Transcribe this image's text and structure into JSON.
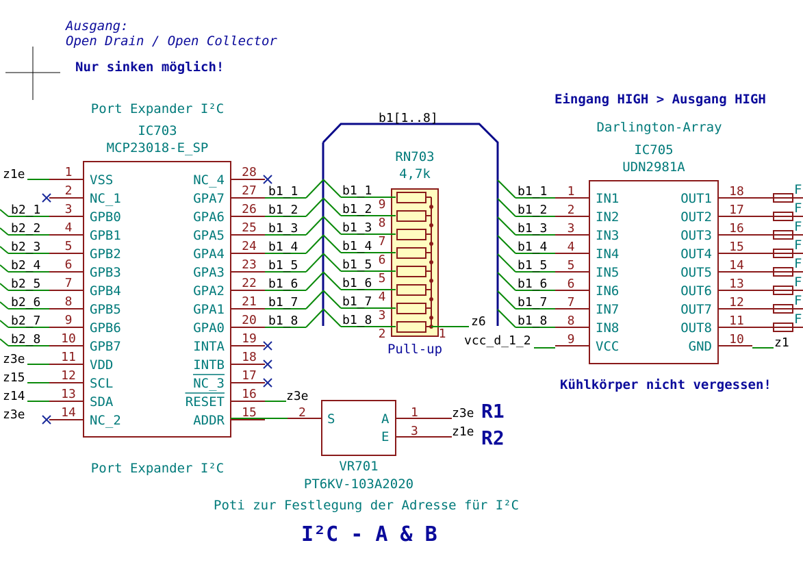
{
  "notes": {
    "ausgang": "Ausgang:",
    "open_drain": "Open Drain / Open Collector",
    "nur_sinken": "Nur sinken möglich!",
    "eingang": "Eingang HIGH > Ausgang HIGH",
    "kuehl": "Kühlkörper nicht vergessen!",
    "poti_note": "Poti zur Festlegung der Adresse für I²C",
    "sheet_title": "I²C - A & B",
    "r1": "R1",
    "r2": "R2"
  },
  "ic703": {
    "desc_top": "Port Expander I²C",
    "desc_bottom": "Port Expander I²C",
    "ref": "IC703",
    "value": "MCP23018-E_SP",
    "left_pins": [
      {
        "num": "1",
        "name": "VSS",
        "net": "z1e"
      },
      {
        "num": "2",
        "name": "NC_1",
        "net": ""
      },
      {
        "num": "3",
        "name": "GPB0",
        "net": "b2_1"
      },
      {
        "num": "4",
        "name": "GPB1",
        "net": "b2_2"
      },
      {
        "num": "5",
        "name": "GPB2",
        "net": "b2_3"
      },
      {
        "num": "6",
        "name": "GPB3",
        "net": "b2_4"
      },
      {
        "num": "7",
        "name": "GPB4",
        "net": "b2_5"
      },
      {
        "num": "8",
        "name": "GPB5",
        "net": "b2_6"
      },
      {
        "num": "9",
        "name": "GPB6",
        "net": "b2_7"
      },
      {
        "num": "10",
        "name": "GPB7",
        "net": "b2_8"
      },
      {
        "num": "11",
        "name": "VDD",
        "net": "z3e"
      },
      {
        "num": "12",
        "name": "SCL",
        "net": "z15"
      },
      {
        "num": "13",
        "name": "SDA",
        "net": "z14"
      },
      {
        "num": "14",
        "name": "NC_2",
        "net": "z3e"
      }
    ],
    "right_pins": [
      {
        "num": "28",
        "name": "NC_4",
        "net": ""
      },
      {
        "num": "27",
        "name": "GPA7",
        "net": "b1_1"
      },
      {
        "num": "26",
        "name": "GPA6",
        "net": "b1_2"
      },
      {
        "num": "25",
        "name": "GPA5",
        "net": "b1_3"
      },
      {
        "num": "24",
        "name": "GPA4",
        "net": "b1_4"
      },
      {
        "num": "23",
        "name": "GPA3",
        "net": "b1_5"
      },
      {
        "num": "22",
        "name": "GPA2",
        "net": "b1_6"
      },
      {
        "num": "21",
        "name": "GPA1",
        "net": "b1_7"
      },
      {
        "num": "20",
        "name": "GPA0",
        "net": "b1_8"
      },
      {
        "num": "19",
        "name": "INTA",
        "net": ""
      },
      {
        "num": "18",
        "name": "INTB",
        "net": ""
      },
      {
        "num": "17",
        "name": "NC_3",
        "net": ""
      },
      {
        "num": "16",
        "name": "RESET",
        "net": "z3e"
      },
      {
        "num": "15",
        "name": "ADDR",
        "net": ""
      }
    ]
  },
  "bus": {
    "label": "b1[1..8]"
  },
  "rn703": {
    "ref": "RN703",
    "value": "4,7k",
    "desc": "Pull-up",
    "pins": [
      "9",
      "8",
      "7",
      "6",
      "5",
      "4",
      "3",
      "2"
    ],
    "nets": [
      "b1_1",
      "b1_2",
      "b1_3",
      "b1_4",
      "b1_5",
      "b1_6",
      "b1_7",
      "b1_8"
    ],
    "common_pin": "1",
    "common_net": "z6"
  },
  "ic705": {
    "desc": "Darlington-Array",
    "ref": "IC705",
    "value": "UDN2981A",
    "left_pins": [
      {
        "num": "1",
        "name": "IN1",
        "net": "b1_1"
      },
      {
        "num": "2",
        "name": "IN2",
        "net": "b1_2"
      },
      {
        "num": "3",
        "name": "IN3",
        "net": "b1_3"
      },
      {
        "num": "4",
        "name": "IN4",
        "net": "b1_4"
      },
      {
        "num": "5",
        "name": "IN5",
        "net": "b1_5"
      },
      {
        "num": "6",
        "name": "IN6",
        "net": "b1_6"
      },
      {
        "num": "7",
        "name": "IN7",
        "net": "b1_7"
      },
      {
        "num": "8",
        "name": "IN8",
        "net": "b1_8"
      },
      {
        "num": "9",
        "name": "VCC",
        "net": "vcc_d_1_2"
      }
    ],
    "right_pins": [
      {
        "num": "18",
        "name": "OUT1"
      },
      {
        "num": "17",
        "name": "OUT2"
      },
      {
        "num": "16",
        "name": "OUT3"
      },
      {
        "num": "15",
        "name": "OUT4"
      },
      {
        "num": "14",
        "name": "OUT5"
      },
      {
        "num": "13",
        "name": "OUT6"
      },
      {
        "num": "12",
        "name": "OUT7"
      },
      {
        "num": "11",
        "name": "OUT8"
      },
      {
        "num": "10",
        "name": "GND"
      }
    ],
    "fuse_label": "F",
    "gnd_net": "z1"
  },
  "vr701": {
    "ref": "VR701",
    "value": "PT6KV-103A2020",
    "pin_s_name": "S",
    "pin_a_name": "A",
    "pin_e_name": "E",
    "pin_s": "2",
    "pin_a": "1",
    "pin_e": "3",
    "net_a": "z3e",
    "net_e": "z1e"
  }
}
